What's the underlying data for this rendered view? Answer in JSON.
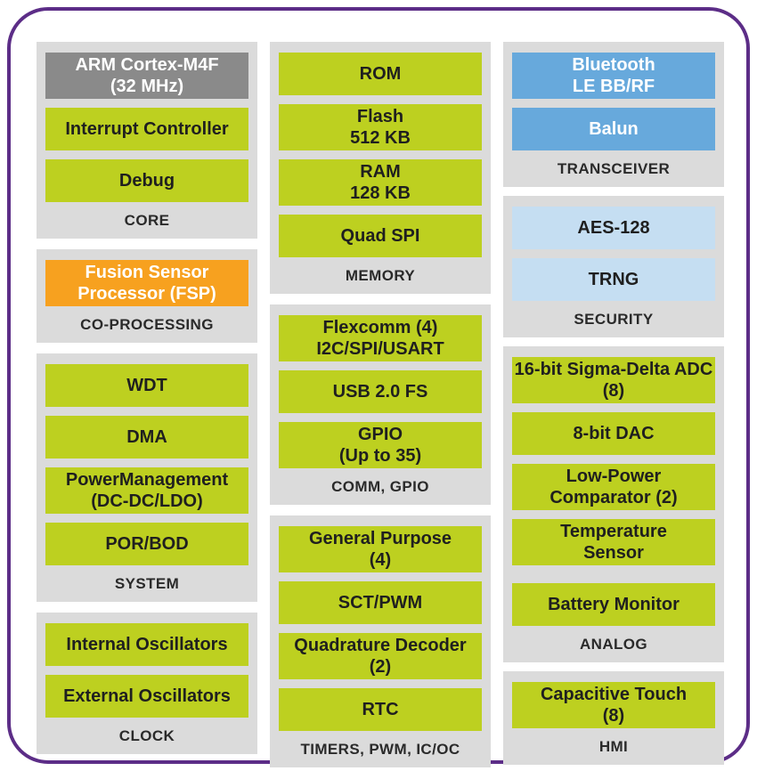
{
  "page": {
    "background": "#FFFFFF",
    "description_label": "MCU block diagram"
  },
  "colors": {
    "border": "#5C2D87",
    "group_bg": "#DBDBDB",
    "group_label_text": "#2A2A2A",
    "block_text_dark": "#1F1F1F",
    "block_text_light": "#FFFFFF",
    "green": "#BDD020",
    "gray": "#8A8A8A",
    "orange": "#F7A11F",
    "blue": "#67A9DC",
    "lightblue": "#C5DEF2"
  },
  "diagram": {
    "columns": [
      {
        "groups": [
          {
            "label": "CORE",
            "blocks": [
              {
                "lines": [
                  "ARM Cortex-M4F",
                  "(32 MHz)"
                ],
                "variant": "gray"
              },
              {
                "lines": [
                  "Interrupt Controller"
                ],
                "variant": "green"
              },
              {
                "lines": [
                  "Debug"
                ],
                "variant": "green"
              }
            ]
          },
          {
            "label": "CO-PROCESSING",
            "blocks": [
              {
                "lines": [
                  "Fusion Sensor",
                  "Processor (FSP)"
                ],
                "variant": "orange"
              }
            ]
          },
          {
            "label": "SYSTEM",
            "blocks": [
              {
                "lines": [
                  "WDT"
                ],
                "variant": "green"
              },
              {
                "lines": [
                  "DMA"
                ],
                "variant": "green"
              },
              {
                "lines": [
                  "PowerManagement",
                  "(DC-DC/LDO)"
                ],
                "variant": "green"
              },
              {
                "lines": [
                  "POR/BOD"
                ],
                "variant": "green"
              }
            ]
          },
          {
            "label": "CLOCK",
            "blocks": [
              {
                "lines": [
                  "Internal Oscillators"
                ],
                "variant": "green"
              },
              {
                "lines": [
                  "External Oscillators"
                ],
                "variant": "green"
              }
            ]
          }
        ]
      },
      {
        "groups": [
          {
            "label": "MEMORY",
            "blocks": [
              {
                "lines": [
                  "ROM"
                ],
                "variant": "green"
              },
              {
                "lines": [
                  "Flash",
                  "512 KB"
                ],
                "variant": "green"
              },
              {
                "lines": [
                  "RAM",
                  "128 KB"
                ],
                "variant": "green"
              },
              {
                "lines": [
                  "Quad SPI"
                ],
                "variant": "green"
              }
            ]
          },
          {
            "label": "COMM, GPIO",
            "blocks": [
              {
                "lines": [
                  "Flexcomm (4)",
                  "I2C/SPI/USART"
                ],
                "variant": "green"
              },
              {
                "lines": [
                  "USB 2.0 FS"
                ],
                "variant": "green"
              },
              {
                "lines": [
                  "GPIO",
                  "(Up to 35)"
                ],
                "variant": "green"
              }
            ]
          },
          {
            "label": "TIMERS, PWM, IC/OC",
            "blocks": [
              {
                "lines": [
                  "General Purpose",
                  "(4)"
                ],
                "variant": "green"
              },
              {
                "lines": [
                  "SCT/PWM"
                ],
                "variant": "green"
              },
              {
                "lines": [
                  "Quadrature Decoder",
                  "(2)"
                ],
                "variant": "green"
              },
              {
                "lines": [
                  "RTC"
                ],
                "variant": "green"
              }
            ]
          }
        ]
      },
      {
        "groups": [
          {
            "label": "TRANSCEIVER",
            "blocks": [
              {
                "lines": [
                  "Bluetooth",
                  "LE BB/RF"
                ],
                "variant": "blue"
              },
              {
                "lines": [
                  "Balun"
                ],
                "variant": "blue"
              }
            ]
          },
          {
            "label": "SECURITY",
            "blocks": [
              {
                "lines": [
                  "AES-128"
                ],
                "variant": "lightblue"
              },
              {
                "lines": [
                  "TRNG"
                ],
                "variant": "lightblue"
              }
            ]
          },
          {
            "label": "ANALOG",
            "blocks": [
              {
                "lines": [
                  "16-bit Sigma-Delta ADC",
                  "(8)"
                ],
                "variant": "green"
              },
              {
                "lines": [
                  "8-bit DAC"
                ],
                "variant": "green"
              },
              {
                "lines": [
                  "Low-Power",
                  "Comparator (2)"
                ],
                "variant": "green"
              },
              {
                "lines": [
                  "Temperature",
                  "Sensor"
                ],
                "variant": "green"
              },
              {
                "lines": [
                  "Battery Monitor"
                ],
                "variant": "green",
                "extra_gap": true
              }
            ]
          },
          {
            "label": "HMI",
            "blocks": [
              {
                "lines": [
                  "Capacitive Touch",
                  "(8)"
                ],
                "variant": "green"
              }
            ]
          }
        ]
      }
    ]
  }
}
